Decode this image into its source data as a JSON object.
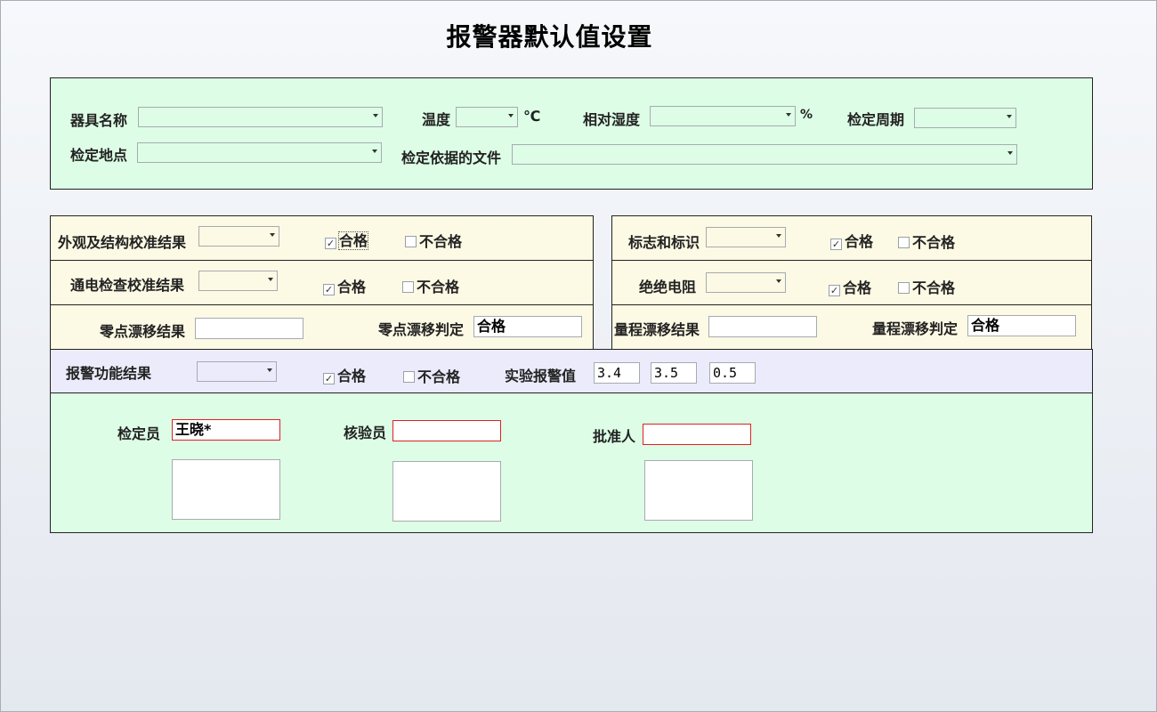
{
  "title": "报警器默认值设置",
  "top": {
    "instrument_name_label": "器具名称",
    "temperature_label": "温度",
    "temperature_unit": "℃",
    "humidity_label": "相对湿度",
    "humidity_unit": "%",
    "period_label": "检定周期",
    "location_label": "检定地点",
    "basis_label": "检定依据的文件"
  },
  "checks": {
    "pass": "合格",
    "fail": "不合格",
    "check_glyph": "✓"
  },
  "rows": {
    "appearance_label": "外观及结构校准结果",
    "marking_label": "标志和标识",
    "power_label": "通电检查校准结果",
    "insulation_label": "绝绝电阻",
    "zero_drift_result_label": "零点漂移结果",
    "zero_drift_judge_label": "零点漂移判定",
    "zero_drift_judge_value": "合格",
    "span_drift_result_label": "量程漂移结果",
    "span_drift_judge_label": "量程漂移判定",
    "span_drift_judge_value": "合格"
  },
  "alarm": {
    "label": "报警功能结果",
    "values_label": "实验报警值",
    "value1": "3.4",
    "value2": "3.5",
    "value3": "0.5"
  },
  "signers": {
    "inspector_label": "检定员",
    "inspector_value": "王晓*",
    "verifier_label": "核验员",
    "verifier_value": "",
    "approver_label": "批准人",
    "approver_value": ""
  }
}
